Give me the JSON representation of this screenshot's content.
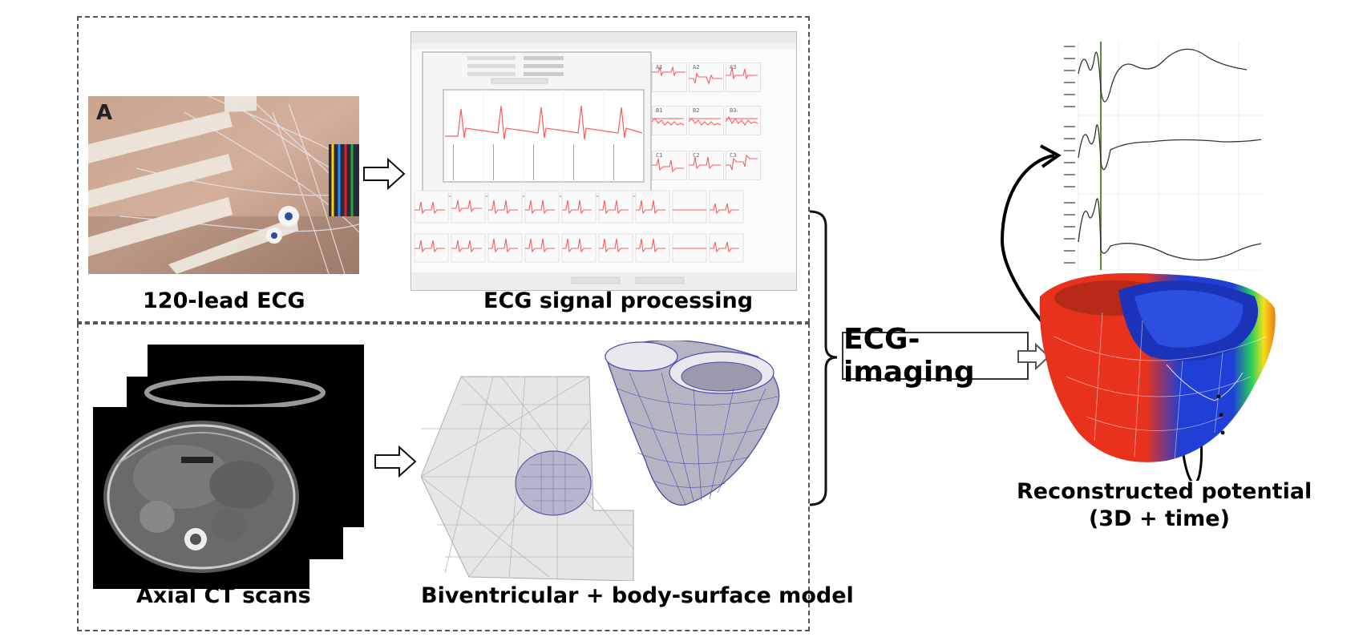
{
  "labels": {
    "ecg_120": "120-lead ECG",
    "photo_tag": "A",
    "signal_processing": "ECG signal processing",
    "ct_scans": "Axial CT scans",
    "model": "Biventricular + body-surface model",
    "ecg_imaging": "ECG-imaging",
    "reconstructed_line1": "Reconstructed potential",
    "reconstructed_line2": "(3D + time)"
  },
  "colors": {
    "dashed_border": "#555555",
    "ecg_trace": "#ff5a5a",
    "heart_outer_red": "#e8321c",
    "heart_inner_blue": "#1f3fd6",
    "mesh_gray": "#c8c8d4",
    "mesh_line": "#4b4bb0"
  },
  "icons": {
    "arrow": "hollow-right-arrow",
    "bracket": "right-curly-bracket",
    "curved_arrow": "curved-black-arrow"
  }
}
